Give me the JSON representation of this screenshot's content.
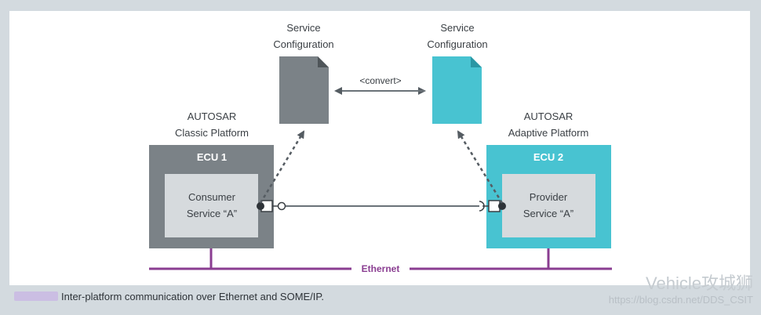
{
  "colors": {
    "classic": "#7b8287",
    "adaptive": "#48c3d1",
    "inner_box": "#d6dadd",
    "ethernet": "#8a3d91",
    "line": "#6a7278",
    "arrow": "#555c62"
  },
  "diagram": {
    "config_left_label": [
      "Service",
      "Configuration"
    ],
    "config_right_label": [
      "Service",
      "Configuration"
    ],
    "convert_label": "<convert>",
    "classic_label": [
      "AUTOSAR",
      "Classic Platform"
    ],
    "adaptive_label": [
      "AUTOSAR",
      "Adaptive Platform"
    ],
    "ecu1_title": "ECU 1",
    "ecu2_title": "ECU 2",
    "consumer_label": [
      "Consumer",
      "Service “A”"
    ],
    "provider_label": [
      "Provider",
      "Service “A”"
    ],
    "ethernet_label": "Ethernet"
  },
  "caption": {
    "text": "Inter-platform communication over Ethernet and SOME/IP."
  },
  "watermark": {
    "title": "Vehicle攻城狮",
    "url": "https://blog.csdn.net/DDS_CSIT"
  }
}
